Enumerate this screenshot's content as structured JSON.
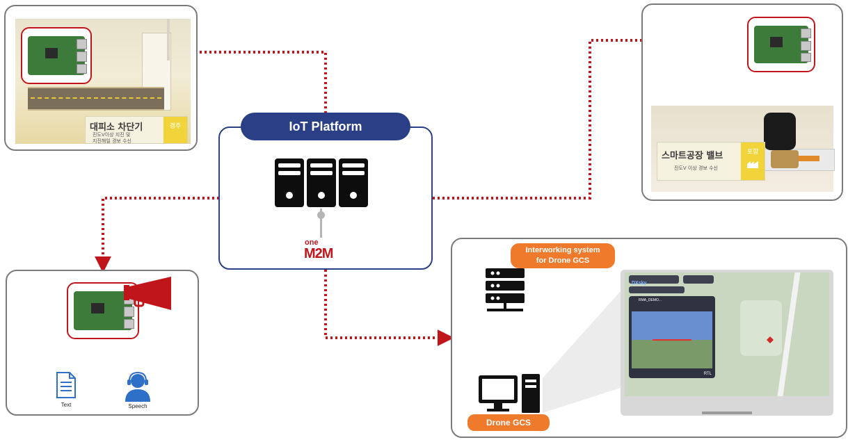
{
  "platform": {
    "title": "IoT Platform",
    "logo_top": "one",
    "logo_bottom": "M2M",
    "color_blue": "#2b3f86",
    "color_red": "#c0161b"
  },
  "barrier": {
    "sign_text": "대피소 차단기",
    "sign_tag": "경주",
    "sign_sub1": "진도V이상 지진 및",
    "sign_sub2": "지진해일 경보 수신"
  },
  "valve": {
    "sign_text": "스마트공장 밸브",
    "sign_tag": "포항",
    "sign_sub": "진도V 이상 경보 수신"
  },
  "speaker": {
    "text_label": "Text",
    "speech_label": "Speech"
  },
  "drone": {
    "interworking_label_line1": "Interworking system",
    "interworking_label_line2": "for Drone GCS",
    "gcs_label": "Drone GCS",
    "screen_logo": "DXsky",
    "screen_status": "RTL",
    "screen_vehicle": "RMA_DEMO..."
  },
  "colors": {
    "connector_red": "#c0161b",
    "connector_navy": "#1f2f7a",
    "connector_purple": "#a33fa5",
    "connector_orange": "#ef7a2b",
    "label_orange": "#ef7a2b"
  }
}
